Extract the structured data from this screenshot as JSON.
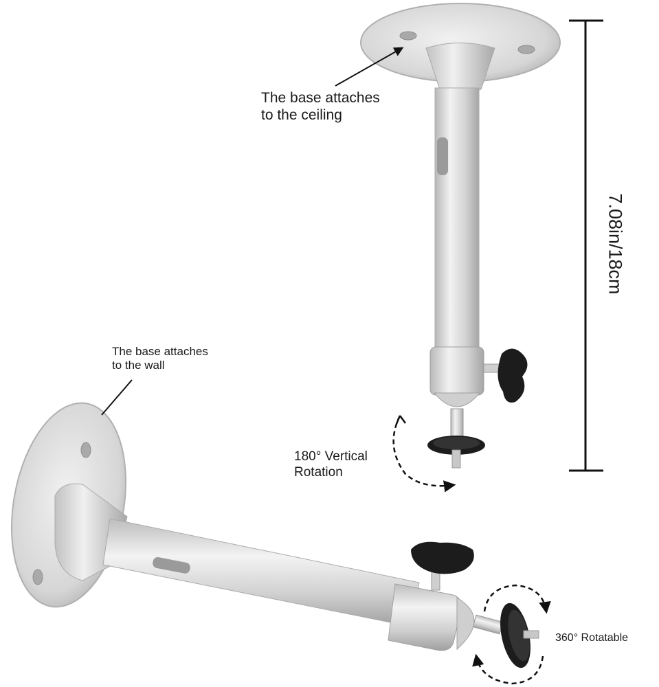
{
  "labels": {
    "ceiling": [
      "The base attaches",
      "to the ceiling"
    ],
    "wall": [
      "The base attaches",
      "to the wall"
    ],
    "vertical": [
      "180° Vertical",
      "Rotation"
    ],
    "rotatable": "360° Rotatable",
    "dimension": "7.08in/18cm"
  },
  "colors": {
    "metal_light": "#eeeeee",
    "metal_mid": "#c9c9c9",
    "metal_dark": "#9a9a9a",
    "knob": "#1c1c1c",
    "line": "#111111"
  },
  "icons": [
    "ceiling-mount",
    "wall-mount",
    "knob",
    "rotation-arrow",
    "dimension-line"
  ]
}
